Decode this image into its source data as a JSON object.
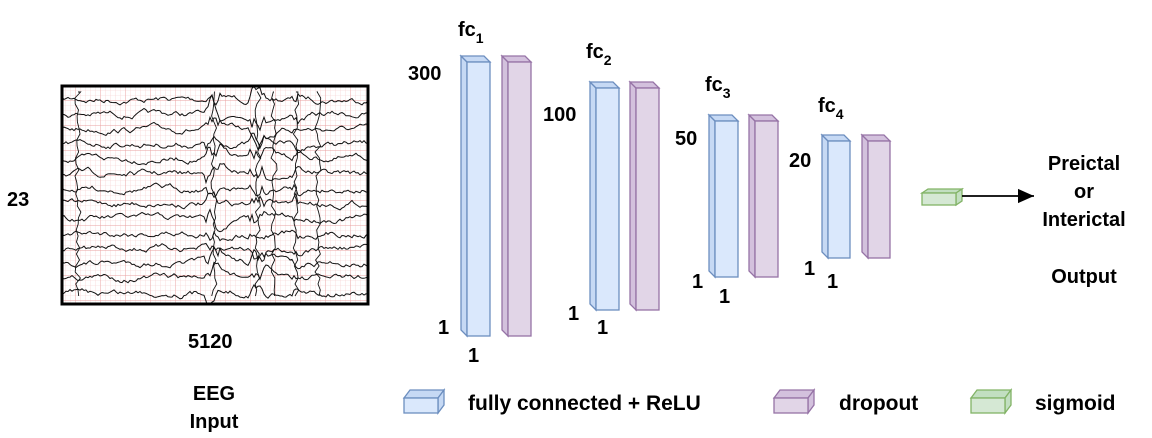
{
  "input": {
    "height_label": "23",
    "width_label": "5120",
    "caption_line1": "EEG",
    "caption_line2": "Input"
  },
  "layers": [
    {
      "name": "fc",
      "sub": "1",
      "size_top": "300",
      "size_left": "1",
      "size_bottom": "1"
    },
    {
      "name": "fc",
      "sub": "2",
      "size_top": "100",
      "size_left": "1",
      "size_bottom": "1"
    },
    {
      "name": "fc",
      "sub": "3",
      "size_top": "50",
      "size_left": "1",
      "size_bottom": "1"
    },
    {
      "name": "fc",
      "sub": "4",
      "size_top": "20",
      "size_left": "1",
      "size_bottom": "1"
    }
  ],
  "output": {
    "line1": "Preictal",
    "line2": "or",
    "line3": "Interictal",
    "label": "Output"
  },
  "legend": [
    {
      "label": "fully connected + ReLU",
      "kind": "blue"
    },
    {
      "label": "dropout",
      "kind": "purple"
    },
    {
      "label": "sigmoid",
      "kind": "green"
    }
  ],
  "colors": {
    "blue_fill": "#dae8fc",
    "blue_stroke": "#6c8ebf",
    "purple_fill": "#e1d5e7",
    "purple_stroke": "#9673a6",
    "green_fill": "#d5e8d4",
    "green_stroke": "#82b366",
    "grid": "#f2b8b8",
    "trace": "#111111"
  },
  "icons": [
    "eeg-trace-image",
    "arrow-right-icon"
  ]
}
